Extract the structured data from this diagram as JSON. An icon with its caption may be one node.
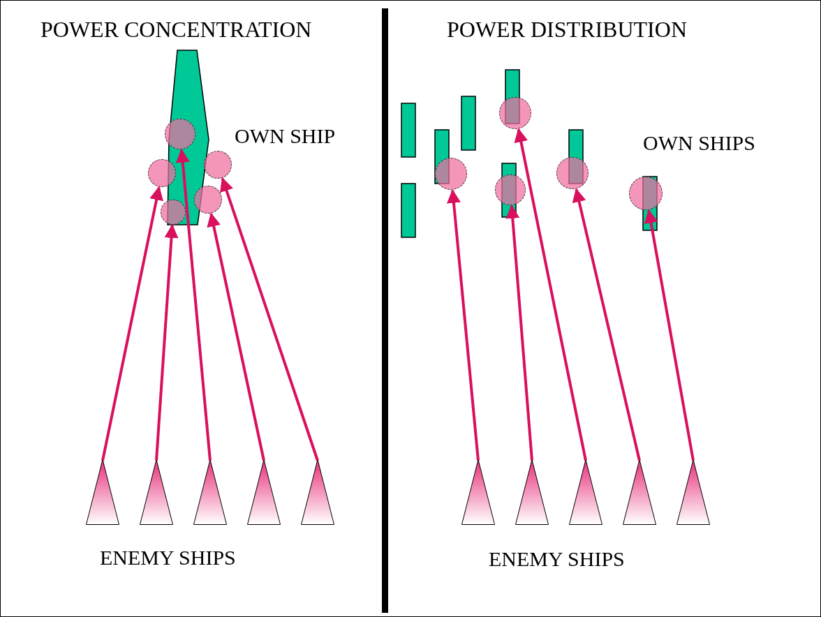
{
  "diagram": {
    "nodes": [
      {
        "text": [],
        "shape": "circle"
      },
      {
        "text": [],
        "shape": "circle"
      },
      {
        "text": [],
        "shape": "circle"
      },
      {
        "text": [],
        "shape": "circle"
      },
      {
        "text": [],
        "shape": "circle"
      },
      {
        "text": [],
        "shape": "triangle"
      },
      {
        "text": [],
        "shape": "triangle"
      },
      {
        "text": [],
        "shape": "triangle"
      },
      {
        "text": [],
        "shape": "triangle"
      },
      {
        "text": [],
        "shape": "triangle"
      },
      {
        "text": [],
        "shape": "circle"
      },
      {
        "text": [],
        "shape": "circle"
      },
      {
        "text": [],
        "shape": "circle"
      },
      {
        "text": [],
        "shape": "circle"
      },
      {
        "text": [],
        "shape": "circle"
      },
      {
        "text": [],
        "shape": "triangle"
      },
      {
        "text": [],
        "shape": "triangle"
      },
      {
        "text": [],
        "shape": "triangle"
      },
      {
        "text": [],
        "shape": "triangle"
      },
      {
        "text": [],
        "shape": "triangle"
      }
    ],
    "edges": [
      {
        "from": 5,
        "to": 1,
        "arrow": "to"
      },
      {
        "from": 6,
        "to": 4,
        "arrow": "to"
      },
      {
        "from": 7,
        "to": 0,
        "arrow": "to"
      },
      {
        "from": 8,
        "to": 3,
        "arrow": "to"
      },
      {
        "from": 9,
        "to": 2,
        "arrow": "to"
      },
      {
        "from": 15,
        "to": 11,
        "arrow": "to"
      },
      {
        "from": 16,
        "to": 12,
        "arrow": "to"
      },
      {
        "from": 17,
        "to": 10,
        "arrow": "to"
      },
      {
        "from": 18,
        "to": 13,
        "arrow": "to"
      },
      {
        "from": 19,
        "to": 14,
        "arrow": "to"
      }
    ],
    "labels": [
      "POWER CONCENTRATION",
      "POWER DISTRIBUTION",
      "OWN SHIP",
      "OWN SHIPS",
      "ENEMY SHIPS",
      "ENEMY SHIPS"
    ]
  }
}
